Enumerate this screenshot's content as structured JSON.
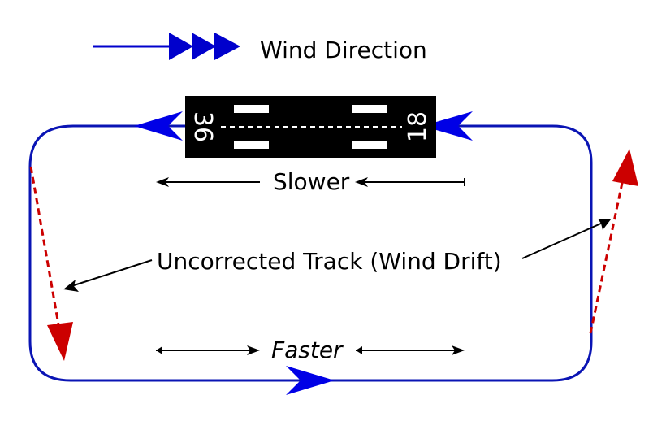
{
  "legend": {
    "label": "Wind Direction",
    "arrow_icon": "wind-arrow-icon",
    "arrow_color": "#0000cc"
  },
  "runway": {
    "left_number": "36",
    "right_number": "18",
    "color": "#000000",
    "marking_color": "#ffffff"
  },
  "labels": {
    "slower": "Slower",
    "faster": "Faster",
    "uncorrected": "Uncorrected Track (Wind Drift)"
  },
  "colors": {
    "pattern": "#0a14b4",
    "pattern_arrow": "#0000e6",
    "drift": "#cc0000",
    "annotation": "#000000"
  }
}
